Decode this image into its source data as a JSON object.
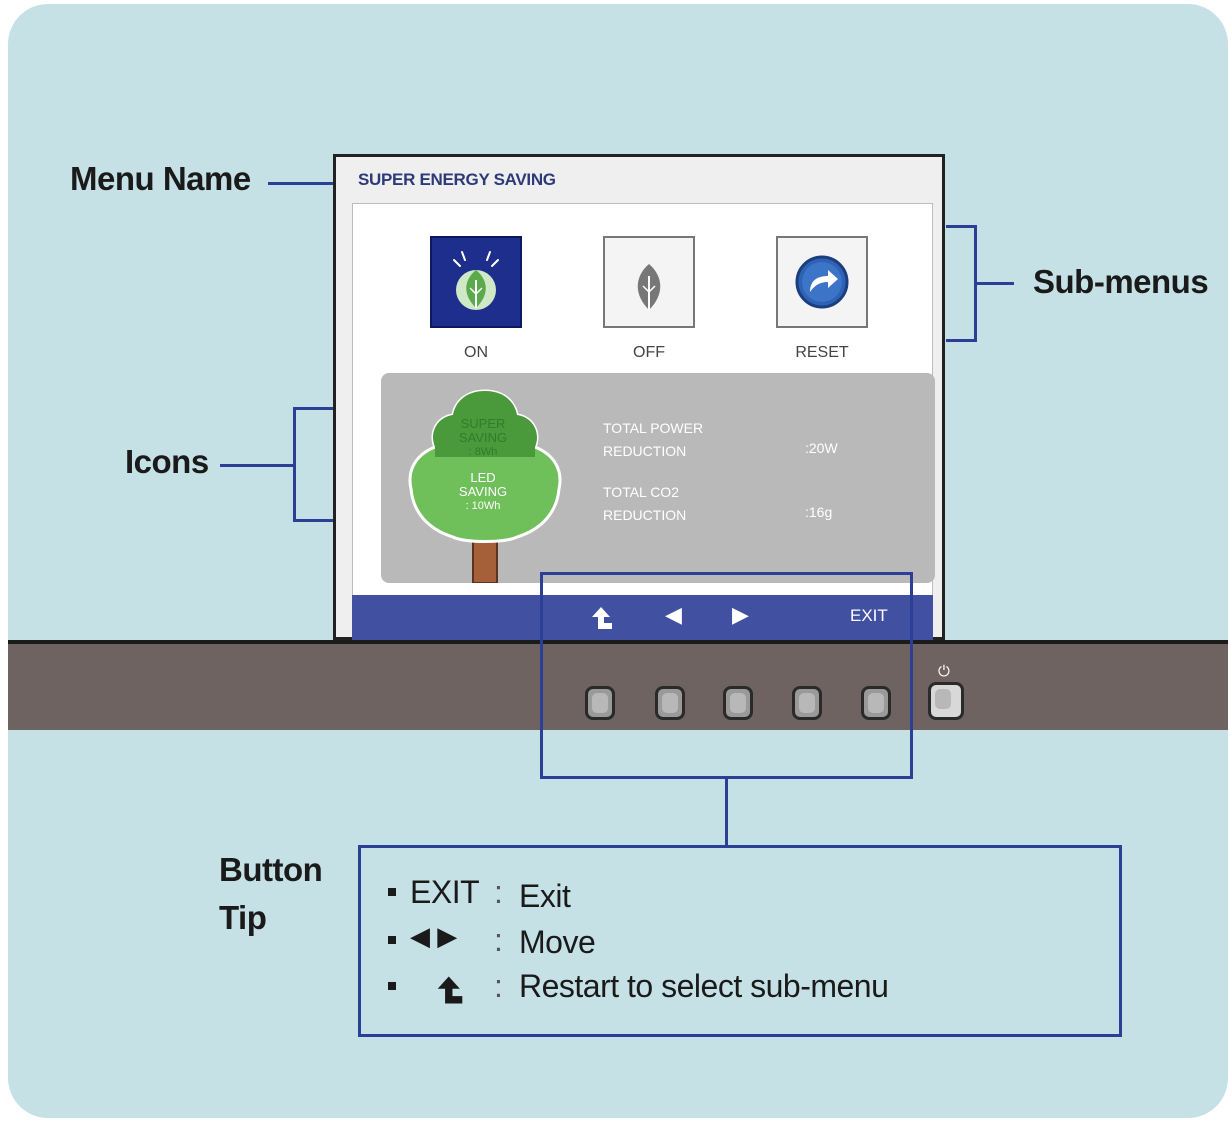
{
  "callouts": {
    "menu_name": "Menu Name",
    "sub_menus": "Sub-menus",
    "icons": "Icons",
    "button_tip_line1": "Button",
    "button_tip_line2": "Tip"
  },
  "osd": {
    "title": "SUPER ENERGY SAVING",
    "sub_menus": [
      {
        "label": "ON",
        "icon": "leaf-icon",
        "selected": true
      },
      {
        "label": "OFF",
        "icon": "leaf-icon",
        "selected": false
      },
      {
        "label": "RESET",
        "icon": "reset-arrow-icon",
        "selected": false
      }
    ],
    "tree": {
      "super_line1": "SUPER",
      "super_line2": "SAVING",
      "super_value": ": 8Wh",
      "led_line1": "LED",
      "led_line2": "SAVING",
      "led_value": ": 10Wh"
    },
    "stats": [
      {
        "label_line1": "TOTAL POWER",
        "label_line2": "REDUCTION",
        "value": ":20W"
      },
      {
        "label_line1": "TOTAL CO2",
        "label_line2": "REDUCTION",
        "value": ":16g"
      }
    ],
    "nav": {
      "exit_label": "EXIT"
    }
  },
  "monitor": {
    "power_symbol": "⏻"
  },
  "button_tip": {
    "rows": [
      {
        "key": "EXIT",
        "sep": ":",
        "desc": "Exit"
      },
      {
        "key": "◀ ▶",
        "sep": ":",
        "desc": "Move"
      },
      {
        "key": "",
        "sep": ":",
        "desc": "Restart to select sub-menu"
      }
    ]
  },
  "colors": {
    "background": "#c5e1e6",
    "callout_line": "#2b3f96",
    "selected_button": "#1e2e8c",
    "nav_bar": "#4150a0",
    "bezel": "#6e6360",
    "tree_green": "#6fbf5a"
  }
}
